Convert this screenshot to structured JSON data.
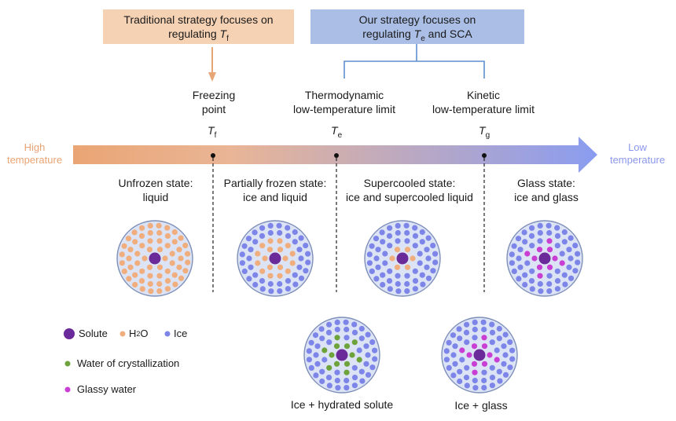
{
  "header": {
    "traditional": {
      "line1": "Traditional strategy focuses on",
      "line2_prefix": "regulating ",
      "symbol": "T",
      "sub": "f",
      "line2_suffix": ""
    },
    "ours": {
      "line1": "Our strategy focuses on",
      "line2_prefix": "regulating ",
      "symbol": "T",
      "sub": "e",
      "line2_suffix": " and SCA"
    }
  },
  "limits": {
    "freezing": [
      "Freezing",
      "point"
    ],
    "thermo": [
      "Thermodynamic",
      "low-temperature limit"
    ],
    "kinetic": [
      "Kinetic",
      "low-temperature limit"
    ]
  },
  "ticks": [
    {
      "symbol": "T",
      "sub": "f"
    },
    {
      "symbol": "T",
      "sub": "e"
    },
    {
      "symbol": "T",
      "sub": "g"
    }
  ],
  "axis": {
    "high": [
      "High",
      "temperature"
    ],
    "low": [
      "Low",
      "temperature"
    ]
  },
  "states": {
    "unfrozen": [
      "Unfrozen state:",
      "liquid"
    ],
    "partial": [
      "Partially frozen state:",
      "ice and liquid"
    ],
    "supercooled": [
      "Supercooled state:",
      "ice and supercooled liquid"
    ],
    "glass": [
      "Glass state:",
      "ice and glass"
    ]
  },
  "captions": {
    "hydrated": "Ice + hydrated solute",
    "iceglass": "Ice + glass"
  },
  "legend": {
    "solute": "Solute",
    "h2o_prefix": "H",
    "h2o_sub": "2",
    "h2o_suffix": "O",
    "ice": "Ice",
    "crystallization": "Water of crystallization",
    "glassy": "Glassy water"
  },
  "colors": {
    "solute": "#6b2a99",
    "h2o": "#f0ae7e",
    "ice": "#7d86e8",
    "crystallization": "#6ea33c",
    "glassy": "#c93fd3",
    "circle_fill": "#dce3f5",
    "circle_stroke": "#7e8fb8",
    "arrow_start": "#eaa574",
    "arrow_end": "#8a9cf0",
    "trad_box": "#f6d2b4",
    "ours_box": "#abbfe6",
    "connector": "#5f8fcf",
    "trad_arrow": "#e8a676"
  }
}
